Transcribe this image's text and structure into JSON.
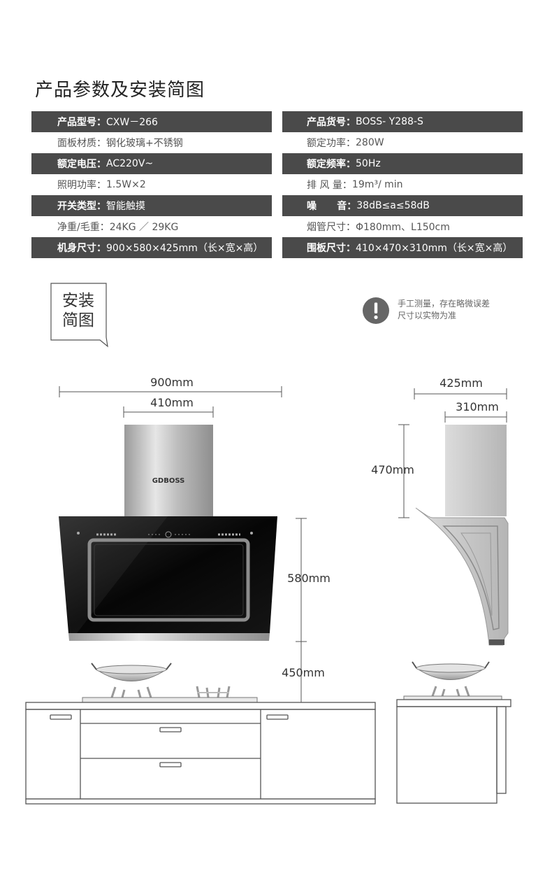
{
  "title": "产品参数及安装简图",
  "specs": [
    {
      "dark": true,
      "left": {
        "label": "产品型号：",
        "value": "CXW－266"
      },
      "right": {
        "label": "产品货号：",
        "value": "BOSS- Y288-S"
      }
    },
    {
      "dark": false,
      "left": {
        "label": "面板材质：",
        "value": "钢化玻璃+不锈钢"
      },
      "right": {
        "label": "额定功率：",
        "value": "280W"
      }
    },
    {
      "dark": true,
      "left": {
        "label": "额定电压：",
        "value": "AC220V~"
      },
      "right": {
        "label": "额定频率：",
        "value": "50Hz"
      }
    },
    {
      "dark": false,
      "left": {
        "label": "照明功率：",
        "value": "1.5W×2"
      },
      "right": {
        "label": "排 风 量：",
        "value": "19m³/ min"
      }
    },
    {
      "dark": true,
      "left": {
        "label": "开关类型：",
        "value": "智能触摸"
      },
      "right": {
        "label": "噪      音：",
        "value": "38dB≤a≤58dB"
      }
    },
    {
      "dark": false,
      "left": {
        "label": "净重/毛重：",
        "value": "24KG ／ 29KG"
      },
      "right": {
        "label": "烟管尺寸：",
        "value": "Φ180mm、L150cm"
      }
    },
    {
      "dark": true,
      "left": {
        "label": "机身尺寸：",
        "value": "900×580×425mm（长×宽×高）"
      },
      "right": {
        "label": "围板尺寸：",
        "value": "410×470×310mm（长×宽×高）"
      }
    }
  ],
  "install_tag": {
    "line1": "安装",
    "line2": "简图"
  },
  "note": {
    "icon": "exclamation-icon",
    "line1": "手工测量，存在略微误差",
    "line2": "尺寸以实物为准"
  },
  "brand": "GDBOSS",
  "dimensions": {
    "front_width": "900mm",
    "chimney_width": "410mm",
    "body_height": "580mm",
    "mount_height": "450mm",
    "side_depth": "425mm",
    "chimney_depth": "310mm",
    "chimney_height": "470mm"
  },
  "colors": {
    "dark_row": "#4a4a4a",
    "glass": "#111111",
    "steel": "#c9c9c9"
  }
}
